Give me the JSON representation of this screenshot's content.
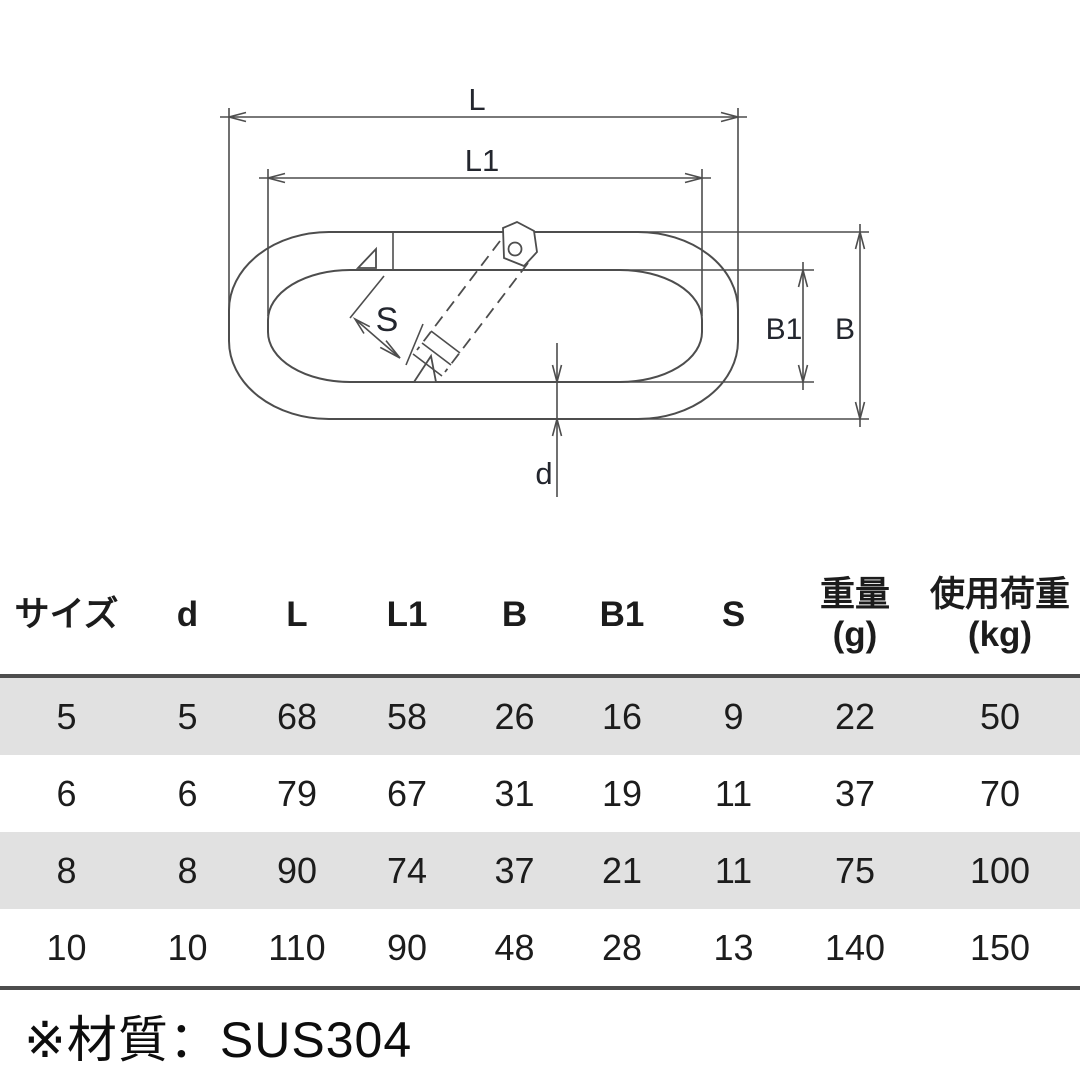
{
  "diagram": {
    "labels": {
      "overall_length": "L",
      "inside_length": "L1",
      "overall_width": "B",
      "inside_width": "B1",
      "opening": "S",
      "wire_diameter": "d"
    },
    "line_color": "#4d4d4d",
    "label_color": "#23262e"
  },
  "table": {
    "headers": [
      {
        "label": "サイズ",
        "sub": ""
      },
      {
        "label": "d",
        "sub": ""
      },
      {
        "label": "L",
        "sub": ""
      },
      {
        "label": "L1",
        "sub": ""
      },
      {
        "label": "B",
        "sub": ""
      },
      {
        "label": "B1",
        "sub": ""
      },
      {
        "label": "S",
        "sub": ""
      },
      {
        "label": "重量",
        "sub": "(g)"
      },
      {
        "label": "使用荷重",
        "sub": "(kg)"
      }
    ],
    "rows": [
      [
        "5",
        "5",
        "68",
        "58",
        "26",
        "16",
        "9",
        "22",
        "50"
      ],
      [
        "6",
        "6",
        "79",
        "67",
        "31",
        "19",
        "11",
        "37",
        "70"
      ],
      [
        "8",
        "8",
        "90",
        "74",
        "37",
        "21",
        "11",
        "75",
        "100"
      ],
      [
        "10",
        "10",
        "110",
        "90",
        "48",
        "28",
        "13",
        "140",
        "150"
      ]
    ],
    "stripe_color": "#e1e1e1",
    "border_color": "#4d4d4d"
  },
  "footer": {
    "note": "※材質：SUS304"
  }
}
